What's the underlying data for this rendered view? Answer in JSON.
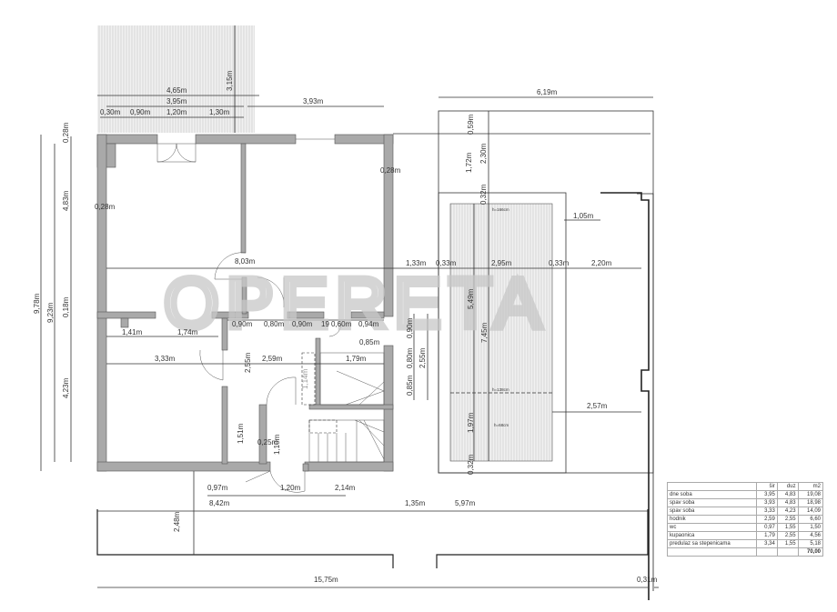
{
  "watermark": "OPERETA",
  "dims": [
    "4,65m",
    "3,95m",
    "0,30m",
    "0,90m",
    "1,20m",
    "1,30m",
    "3,93m",
    "3,15m",
    "6,19m",
    "0,59m",
    "2,30m",
    "1,72m",
    "0,32m",
    "1,05m",
    "1,33m",
    "0,33m",
    "2,95m",
    "0,33m",
    "2,20m",
    "5,49m",
    "7,45m",
    "2,57m",
    "1,97m",
    "0,32m",
    "h=166cm",
    "h=138cm",
    "h=68cm",
    "0,90m",
    "0,80m",
    "0,85m",
    "2,55m",
    "0,28m",
    "0,28m",
    "8,03m",
    "9,78m",
    "9,23m",
    "0,28m",
    "4,83m",
    "0,18m",
    "4,23m",
    "0,90m",
    "0,80m",
    "0,90m",
    "19",
    "0,60m",
    "0,94m",
    "1,41m",
    "1,74m",
    "0,85m",
    "3,33m",
    "2,59m",
    "1,79m",
    "2,55m",
    "1,51m",
    "0,25m",
    "1,10m",
    "1,14m",
    "0,97m",
    "1,20m",
    "2,14m",
    "8,42m",
    "1,35m",
    "5,97m",
    "2,48m",
    "15,75m",
    "0,31m"
  ],
  "table": {
    "headers": [
      "",
      "šir",
      "duz",
      "m2"
    ],
    "rows": [
      [
        "dne soba",
        "3,95",
        "4,83",
        "19,08"
      ],
      [
        "spav soba",
        "3,93",
        "4,83",
        "18,98"
      ],
      [
        "spav soba",
        "3,33",
        "4,23",
        "14,09"
      ],
      [
        "hodnik",
        "2,59",
        "2,55",
        "6,60"
      ],
      [
        "wc",
        "0,97",
        "1,55",
        "1,50"
      ],
      [
        "kupaonica",
        "1,79",
        "2,55",
        "4,56"
      ],
      [
        "predulaz sa stepenicama",
        "3,34",
        "1,55",
        "5,18"
      ]
    ],
    "total": "70,00"
  }
}
